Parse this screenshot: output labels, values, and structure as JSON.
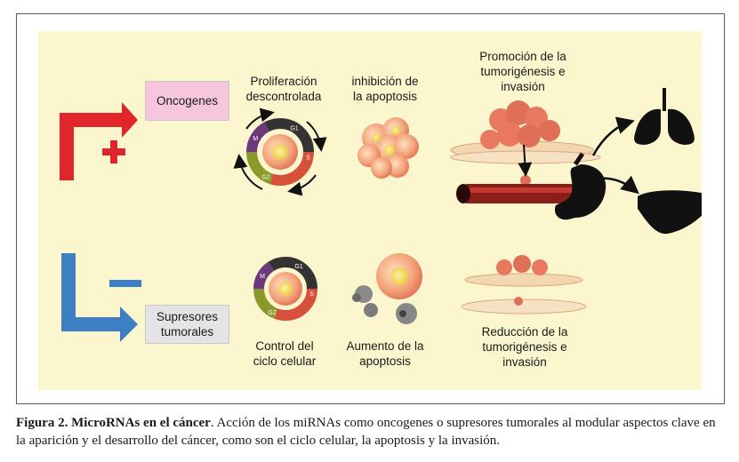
{
  "top_row": {
    "sign": "+",
    "label": "Oncogenes",
    "step1": [
      "Proliferación",
      "descontrolada"
    ],
    "step2": [
      "inhibición de",
      "la apoptosis"
    ],
    "step3": [
      "Promoción de la",
      "tumorigénesis e",
      "invasión"
    ]
  },
  "bottom_row": {
    "sign": "−",
    "label": [
      "Supresores",
      "tumorales"
    ],
    "step1": [
      "Control del",
      "ciclo celular"
    ],
    "step2": [
      "Aumento de la",
      "apoptosis"
    ],
    "step3": [
      "Reducción de la",
      "tumorigénesis e",
      "invasión"
    ]
  },
  "cell_cycle_phases": [
    "G1",
    "S",
    "G2",
    "M"
  ],
  "caption": {
    "label": "Figura 2. MicroRNAs en el cáncer",
    "text": ". Acción de los miRNAs como oncogenes o supresores tumorales al modular aspectos clave en la aparición y el desarrollo del cáncer, como son el ciclo celular, la apoptosis y la invasión."
  },
  "colors": {
    "panel": "#fbf6cd",
    "up_arrow": "#e0262a",
    "down_arrow": "#3d7fc4",
    "oncogenes_box": "#f6c7dc",
    "supresores_box": "#e4e4e4",
    "organ": "#111111"
  }
}
